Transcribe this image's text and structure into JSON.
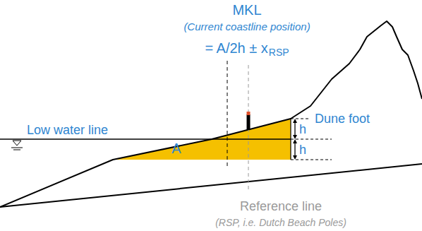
{
  "diagram": {
    "labels": [
      "MKL",
      "(Current coastline position)",
      "= A/2h ± x",
      "RSP",
      "Dune foot",
      "h",
      "h",
      "Low water line",
      "A",
      "Reference line",
      "(RSP, i.e. Dutch Beach Poles)"
    ]
  }
}
